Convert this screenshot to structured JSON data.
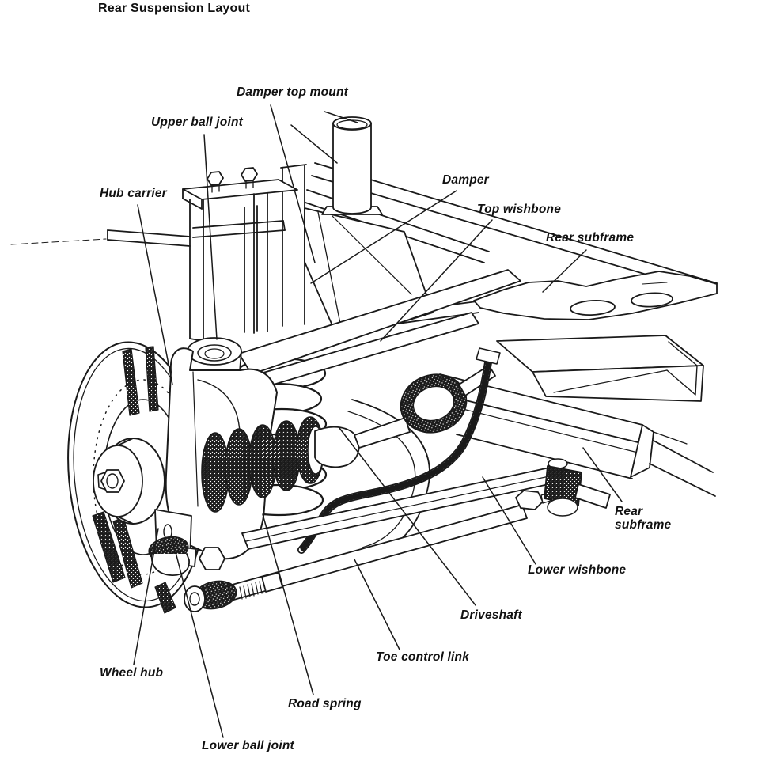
{
  "title": "Rear Suspension Layout",
  "diagram": {
    "type": "technical-line-drawing",
    "subject": "car rear suspension assembly",
    "line_color": "#1a1a1a",
    "background": "#ffffff",
    "labels": {
      "damper_top_mount": "Damper top mount",
      "upper_ball_joint": "Upper ball joint",
      "hub_carrier": "Hub carrier",
      "damper": "Damper",
      "top_wishbone": "Top wishbone",
      "rear_subframe_upper": "Rear subframe",
      "rear_subframe_right": "Rear\nsubframe",
      "lower_wishbone": "Lower wishbone",
      "driveshaft": "Driveshaft",
      "toe_control_link": "Toe control link",
      "road_spring": "Road spring",
      "wheel_hub": "Wheel hub",
      "lower_ball_joint": "Lower ball joint"
    }
  }
}
